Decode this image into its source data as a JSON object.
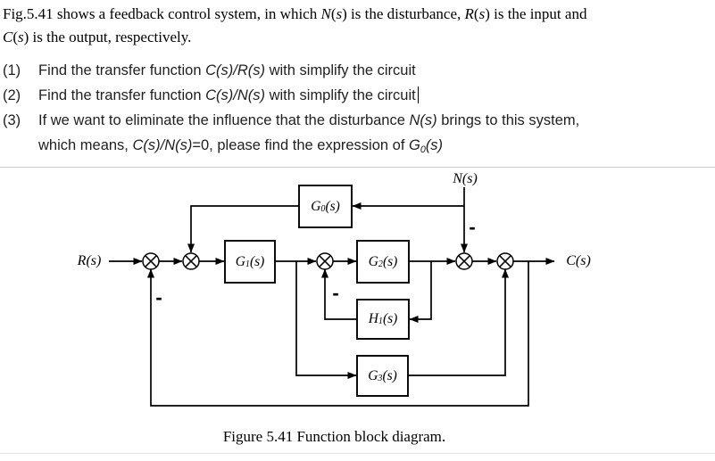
{
  "problem": {
    "intro_lines": [
      [
        {
          "t": "Fig.5.41 shows a feedback control system, in which "
        },
        {
          "t": "N",
          "i": true
        },
        {
          "t": "("
        },
        {
          "t": "s",
          "i": true
        },
        {
          "t": ") is the disturbance, "
        },
        {
          "t": "R",
          "i": true
        },
        {
          "t": "("
        },
        {
          "t": "s",
          "i": true
        },
        {
          "t": ") is the input and"
        }
      ],
      [
        {
          "t": "C",
          "i": true
        },
        {
          "t": "("
        },
        {
          "t": "s",
          "i": true
        },
        {
          "t": ") is the output, respectively."
        }
      ]
    ],
    "items": [
      {
        "num": "(1)",
        "runs": [
          {
            "t": "Find the transfer function "
          },
          {
            "t": "C(s)/R(s)",
            "i": true
          },
          {
            "t": " with simplify the circuit"
          }
        ]
      },
      {
        "num": "(2)",
        "runs": [
          {
            "t": "Find the transfer function "
          },
          {
            "t": "C(s)/N(s)",
            "i": true
          },
          {
            "t": " with simplify the circuit"
          }
        ]
      },
      {
        "num": "(3)",
        "runs": [
          {
            "t": "If we want to eliminate the influence that the disturbance "
          },
          {
            "t": "N(s)",
            "i": true
          },
          {
            "t": " brings to this system,"
          }
        ],
        "runs2": [
          {
            "t": "which means, "
          },
          {
            "t": "C(s)/N(s)",
            "i": true
          },
          {
            "t": "=0, please find the expression of "
          },
          {
            "t": "G",
            "i": true
          },
          {
            "t": "0",
            "i": true,
            "sub": true
          },
          {
            "t": "(s)",
            "i": true
          }
        ]
      }
    ]
  },
  "diagram": {
    "labels": {
      "input": "R(s)",
      "disturbance": "N(s)",
      "output": "C(s)"
    },
    "blocks": {
      "g0": [
        {
          "t": "G"
        },
        {
          "t": "0",
          "sub": true
        },
        {
          "t": "(s)"
        }
      ],
      "g1": [
        {
          "t": "G"
        },
        {
          "t": "1",
          "sub": true
        },
        {
          "t": "(s)"
        }
      ],
      "g2": [
        {
          "t": "G"
        },
        {
          "t": "2",
          "sub": true
        },
        {
          "t": "(s)"
        }
      ],
      "h1": [
        {
          "t": "H"
        },
        {
          "t": "1",
          "sub": true
        },
        {
          "t": "(s)"
        }
      ],
      "g3": [
        {
          "t": "G"
        },
        {
          "t": "3",
          "sub": true
        },
        {
          "t": "(s)"
        }
      ]
    },
    "signs": {
      "disturbance": "-",
      "outer_feedback": "-",
      "h1_feedback": "-"
    },
    "line_color": "#000000"
  },
  "caption": "Figure 5.41 Function block diagram."
}
